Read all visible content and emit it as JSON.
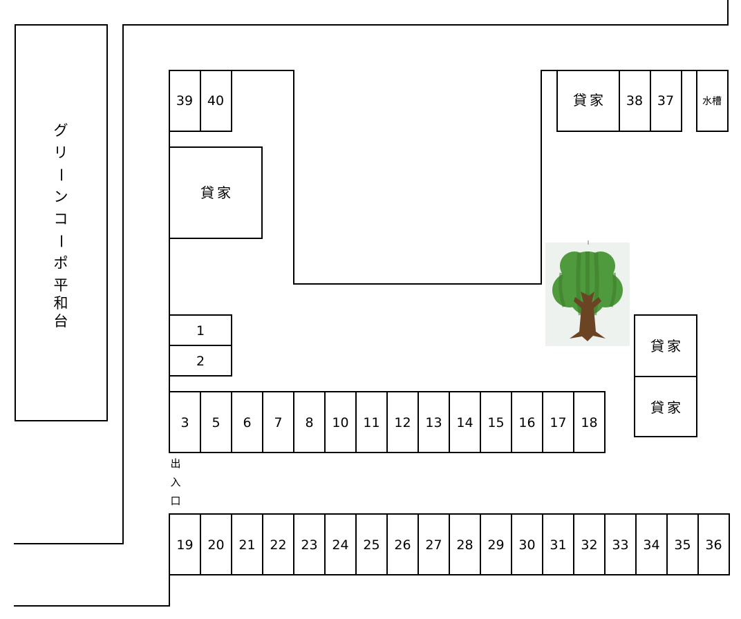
{
  "building_name": [
    "グ",
    "リ",
    "ー",
    "ン",
    "コ",
    "ー",
    "ポ",
    "平",
    "和",
    "台"
  ],
  "entrance_label": [
    "出",
    "入",
    "口"
  ],
  "water_tank_label": "水槽",
  "rental_house_label": "貸家",
  "spaces": {
    "top_left": [
      "39",
      "40"
    ],
    "left_pair": [
      "1",
      "2"
    ],
    "middle_row": [
      "3",
      "5",
      "6",
      "7",
      "8",
      "10",
      "11",
      "12",
      "13",
      "14",
      "15",
      "16",
      "17",
      "18"
    ],
    "top_right": [
      "38",
      "37"
    ],
    "bottom_row": [
      "19",
      "20",
      "21",
      "22",
      "23",
      "24",
      "25",
      "26",
      "27",
      "28",
      "29",
      "30",
      "31",
      "32",
      "33",
      "34",
      "35",
      "36"
    ]
  },
  "colors": {
    "tree_leaf": "#4f9a3c",
    "tree_leaf_dark": "#3d7f2c",
    "tree_trunk": "#6b4423",
    "tree_bg": "#eef2ee"
  },
  "icons": {
    "tree": "tree-icon"
  }
}
